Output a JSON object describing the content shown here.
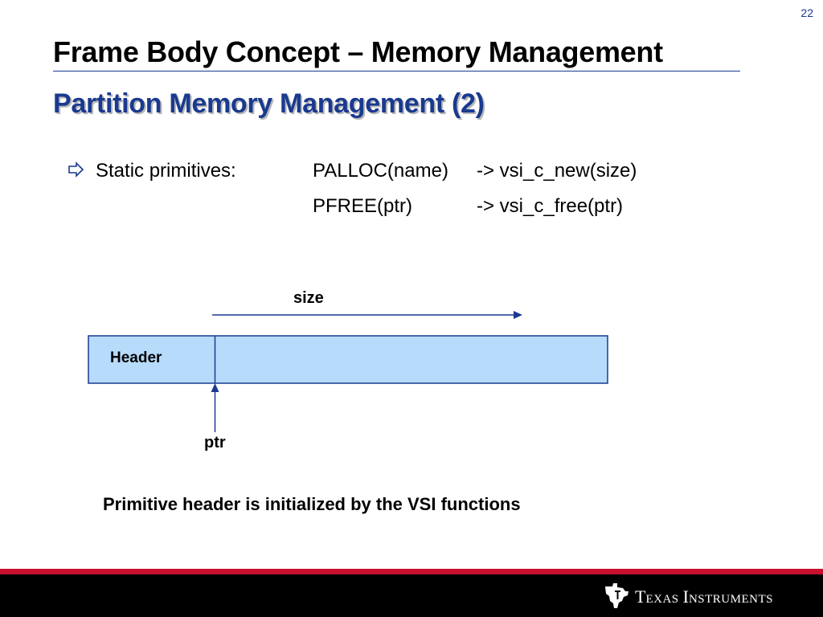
{
  "slide": {
    "number": "22",
    "title": "Frame Body Concept – Memory Management",
    "subtitle": "Partition Memory Management (2)"
  },
  "bullet": {
    "icon": "hollow-right-arrow-icon",
    "label": "Static primitives:",
    "rows": [
      {
        "primitive": "PALLOC(name)",
        "mapping": "-> vsi_c_new(size)"
      },
      {
        "primitive": "PFREE(ptr)",
        "mapping": "-> vsi_c_free(ptr)"
      }
    ]
  },
  "diagram": {
    "size_label": "size",
    "header_label": "Header",
    "ptr_label": "ptr",
    "fill_color": "#b7dbfb",
    "line_color": "#1a3a8f"
  },
  "caption": "Primitive header is initialized by the VSI functions",
  "footer": {
    "brand_T": "T",
    "brand_exas": "EXAS",
    "brand_I": "I",
    "brand_nstruments": "NSTRUMENTS",
    "accent_color": "#c8102e"
  }
}
